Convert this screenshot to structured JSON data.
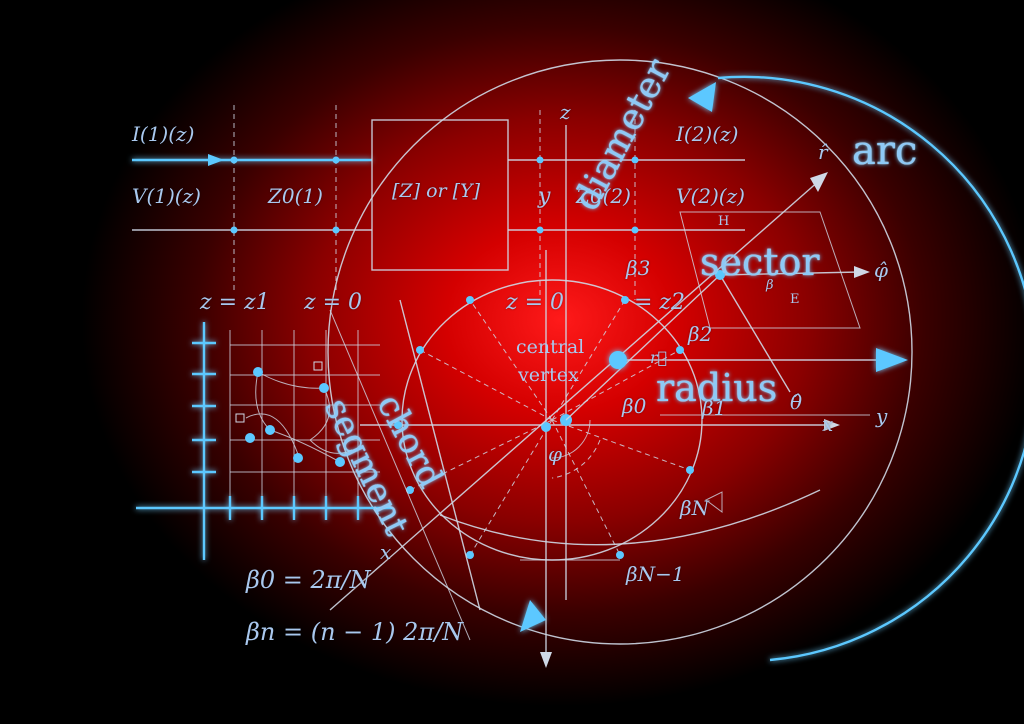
{
  "formulas": {
    "I1": "I(1)(z)",
    "V1": "V(1)(z)",
    "Z01": "Z0(1)",
    "box": "[Z] or [Y]",
    "I2": "I(2)(z)",
    "V2": "V(2)(z)",
    "Z02": "Z0(2)",
    "z_eq_z1": "z = z1",
    "z_eq_0_left": "z = 0",
    "z_eq_0_center": "z = 0",
    "z_eq_z2": "= z2",
    "beta0_def": "β0 = 2π/N",
    "betan_def": "βn = (n − 1) 2π/N"
  },
  "words": {
    "arc": "arc",
    "sector": "sector",
    "diameter": "diameter",
    "radius": "radius",
    "chord": "chord",
    "segment": "segment",
    "central_vertex_1": "central",
    "central_vertex_2": "vertex"
  },
  "symbols": {
    "r_hat": "r̂",
    "phi_hat": "φ̂",
    "theta_hat": "θ̂",
    "x_axis": "x",
    "y_axis": "y",
    "z_axis": "z",
    "y_top": "y",
    "x_bottom": "x",
    "r_vec": "r⃗",
    "H": "H",
    "E": "E",
    "beta_small": "β",
    "phi": "φ",
    "beta0": "β0",
    "beta1": "β1",
    "beta2": "β2",
    "beta3": "β3",
    "betaN": "βN",
    "betaN1": "βN−1"
  },
  "colors": {
    "accent_blue": "#5cc8ff",
    "line": "#cfd8e6",
    "text": "#a9c8ee",
    "background_center": "#ff1a1a"
  }
}
